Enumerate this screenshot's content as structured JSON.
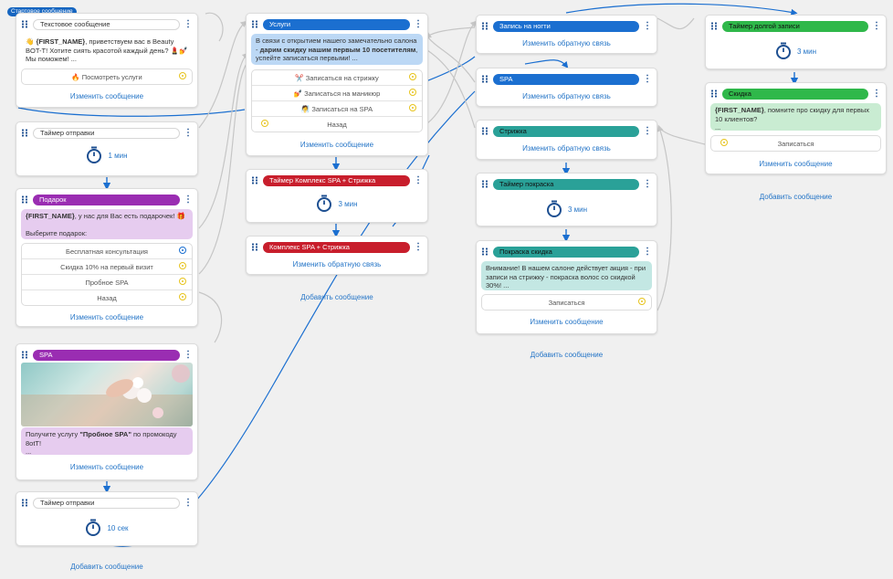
{
  "start_badge": "Стартовое сообщение",
  "nodes": {
    "text_msg": {
      "title": "Текстовое сообщение",
      "body_pre": "👋 ",
      "body_name": "{FIRST_NAME}",
      "body_rest": ", приветствуем вас в Beauty BOT-T! Хотите сиять красотой каждый день? 💄💅 Мы поможем! ...",
      "button": "🔥 Посмотреть услуги",
      "link": "Изменить сообщение"
    },
    "timer1": {
      "title": "Таймер отправки",
      "value": "1 мин"
    },
    "gift": {
      "title": "Подарок",
      "body_name": "{FIRST_NAME}",
      "body_rest": ", у нас для Вас есть подарочек! 🎁",
      "body_line2": "Выберите подарок:",
      "buttons": [
        "Бесплатная консультация",
        "Скидка 10% на первый визит",
        "Пробное SPA",
        "Назад"
      ],
      "link": "Изменить сообщение"
    },
    "spa_left": {
      "title": "SPA",
      "body_pre": "Получите услугу ",
      "body_bold": "\"Пробное SPA\"",
      "body_rest": " по промокоду 8otT!",
      "body_more": "...",
      "link": "Изменить сообщение"
    },
    "timer_10": {
      "title": "Таймер отправки",
      "value": "10 сек"
    },
    "services": {
      "title": "Услуги",
      "body_pre": "В связи с открытием нашего замечательно салона - ",
      "body_bold": "дарим скидку нашим первым 10 посетителям",
      "body_rest": ", успейте записаться первыми! ...",
      "buttons": [
        "✂️ Записаться на стрижку",
        "💅 Записаться на маникюр",
        "🧖 Записаться на SPA",
        "Назад"
      ],
      "link": "Изменить сообщение"
    },
    "timer_complex": {
      "title": "Таймер Комплекс SPA + Стрижка",
      "value": "3 мин"
    },
    "complex": {
      "title": "Комплекс SPA + Стрижка",
      "link": "Изменить обратную связь"
    },
    "nails": {
      "title": "Запись на ногти",
      "link": "Изменить обратную связь"
    },
    "spa_right": {
      "title": "SPA",
      "link": "Изменить обратную связь"
    },
    "haircut": {
      "title": "Стрижка",
      "link": "Изменить обратную связь"
    },
    "timer_color": {
      "title": "Таймер покраска",
      "value": "3 мин"
    },
    "color_discount": {
      "title": "Покраска скидка",
      "body": "Внимание! В нашем салоне действует акция - при записи на стрижку - покраска волос со скидкой 30%! ...",
      "button": "Записаться",
      "link": "Изменить сообщение"
    },
    "long_timer": {
      "title": "Таймер долгой записи",
      "value": "3 мин"
    },
    "discount": {
      "title": "Скидка",
      "body_name": "{FIRST_NAME}",
      "body_rest": ", помните про скидку для первых 10 клиентов?",
      "body_more": "...",
      "button": "Записаться",
      "link": "Изменить сообщение"
    }
  },
  "add_message": "Добавить сообщение",
  "colors": {
    "blue": "#1b6fd0",
    "purple": "#9a2db2",
    "red": "#c81e2c",
    "teal": "#2aa198",
    "green": "#2fb84a",
    "link": "#2575c7"
  },
  "icons": [
    "drag-handle-icon",
    "more-vertical-icon",
    "timer-icon",
    "radio-dot-icon",
    "arrow-down-icon"
  ]
}
